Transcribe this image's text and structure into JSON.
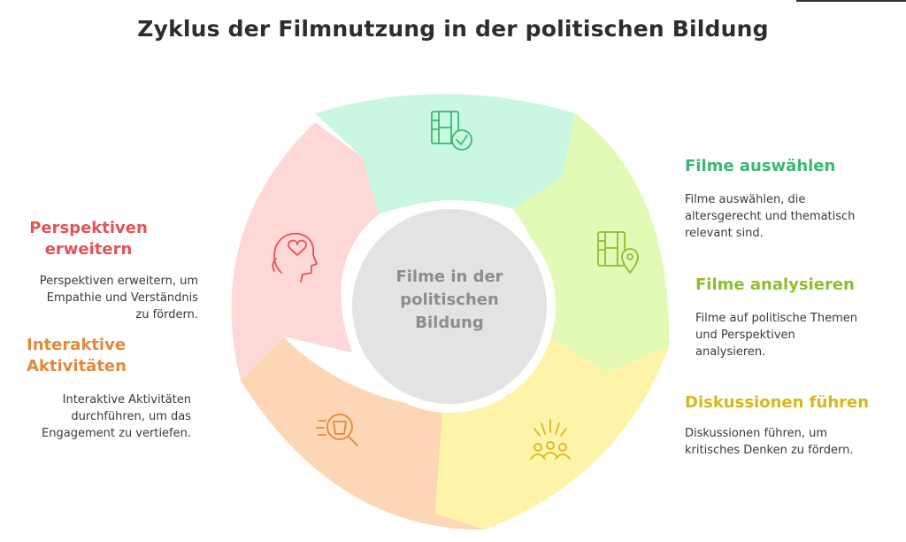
{
  "title": "Zyklus der Filmnutzung in der politischen Bildung",
  "center": {
    "line1": "Filme in der",
    "line2": "politischen",
    "line3": "Bildung"
  },
  "items": [
    {
      "title": "Filme auswählen",
      "desc_lines": [
        "Filme auswählen, die",
        "altersgerecht und thematisch",
        "relevant sind."
      ],
      "color": "#3bb873",
      "segment_color": "#c9f7e1",
      "icon": "film-check-icon"
    },
    {
      "title": "Filme analysieren",
      "desc_lines": [
        "Filme auf politische Themen",
        "und Perspektiven",
        "analysieren."
      ],
      "color": "#8cbf2f",
      "segment_color": "#e3f9b6",
      "icon": "film-location-icon"
    },
    {
      "title": "Diskussionen führen",
      "desc_lines": [
        "Diskussionen führen, um",
        "kritisches Denken zu fördern."
      ],
      "color": "#d8b71c",
      "segment_color": "#fdf4aa",
      "icon": "group-celebration-icon"
    },
    {
      "title_lines": [
        "Interaktive",
        "Aktivitäten"
      ],
      "desc_lines": [
        "Interaktive Aktivitäten",
        "durchführen, um das",
        "Engagement zu vertiefen."
      ],
      "color": "#e08a3c",
      "segment_color": "#fdd6b6",
      "icon": "cup-search-icon"
    },
    {
      "title_lines": [
        "Perspektiven",
        "erweitern"
      ],
      "desc_lines": [
        "Perspektiven erweitern, um",
        "Empathie und Verständnis",
        "zu fördern."
      ],
      "color": "#e25555",
      "segment_color": "#fdd8d6",
      "icon": "head-heart-icon"
    }
  ],
  "center_color": "#e3e3e3"
}
